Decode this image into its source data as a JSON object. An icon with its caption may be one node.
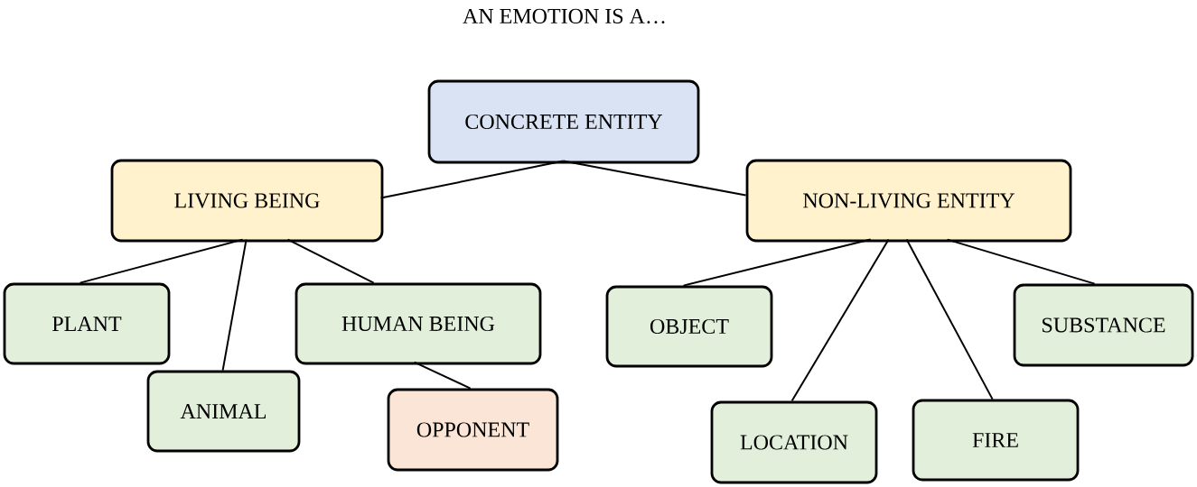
{
  "diagram": {
    "title": "AN EMOTION IS A…",
    "nodes": [
      {
        "text": [
          "CONCRETE ENTITY"
        ]
      },
      {
        "text": [
          "LIVING BEING"
        ]
      },
      {
        "text": [
          "NON-LIVING ENTITY"
        ]
      },
      {
        "text": [
          "PLANT"
        ]
      },
      {
        "text": [
          "ANIMAL"
        ]
      },
      {
        "text": [
          "HUMAN BEING"
        ]
      },
      {
        "text": [
          "OPPONENT"
        ]
      },
      {
        "text": [
          "OBJECT"
        ]
      },
      {
        "text": [
          "LOCATION"
        ]
      },
      {
        "text": [
          "FIRE"
        ]
      },
      {
        "text": [
          "SUBSTANCE"
        ]
      }
    ],
    "edges": [
      {
        "from": 0,
        "to": 1,
        "arrow": "none"
      },
      {
        "from": 0,
        "to": 2,
        "arrow": "none"
      },
      {
        "from": 1,
        "to": 3,
        "arrow": "none"
      },
      {
        "from": 1,
        "to": 4,
        "arrow": "none"
      },
      {
        "from": 1,
        "to": 5,
        "arrow": "none"
      },
      {
        "from": 5,
        "to": 6,
        "arrow": "none"
      },
      {
        "from": 2,
        "to": 7,
        "arrow": "none"
      },
      {
        "from": 2,
        "to": 8,
        "arrow": "none"
      },
      {
        "from": 2,
        "to": 9,
        "arrow": "none"
      },
      {
        "from": 2,
        "to": 10,
        "arrow": "none"
      }
    ]
  }
}
